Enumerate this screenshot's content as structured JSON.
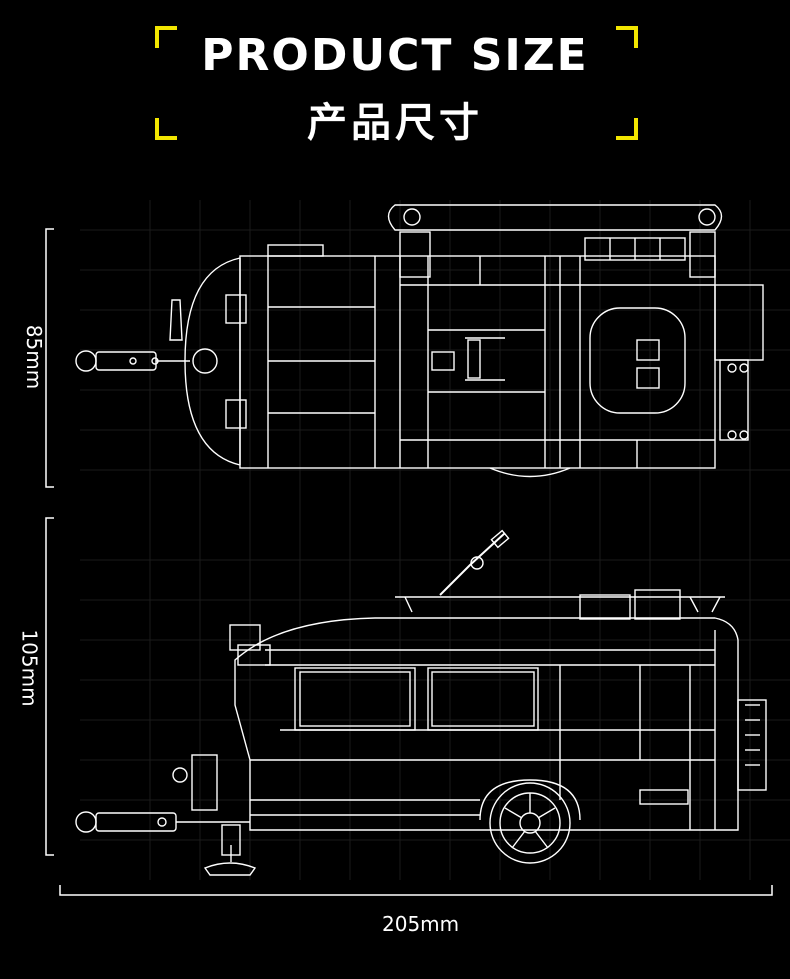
{
  "header": {
    "title_en": "PRODUCT SIZE",
    "title_cn": "产品尺寸"
  },
  "dimensions": {
    "top_view_height": "85mm",
    "side_view_height": "105mm",
    "length": "205mm"
  },
  "colors": {
    "background": "#000000",
    "accent_bracket": "#f2e600",
    "line": "#ffffff",
    "grid": "#1e1e1e"
  },
  "views": {
    "top": "top-view-diagram",
    "side": "side-view-diagram"
  }
}
